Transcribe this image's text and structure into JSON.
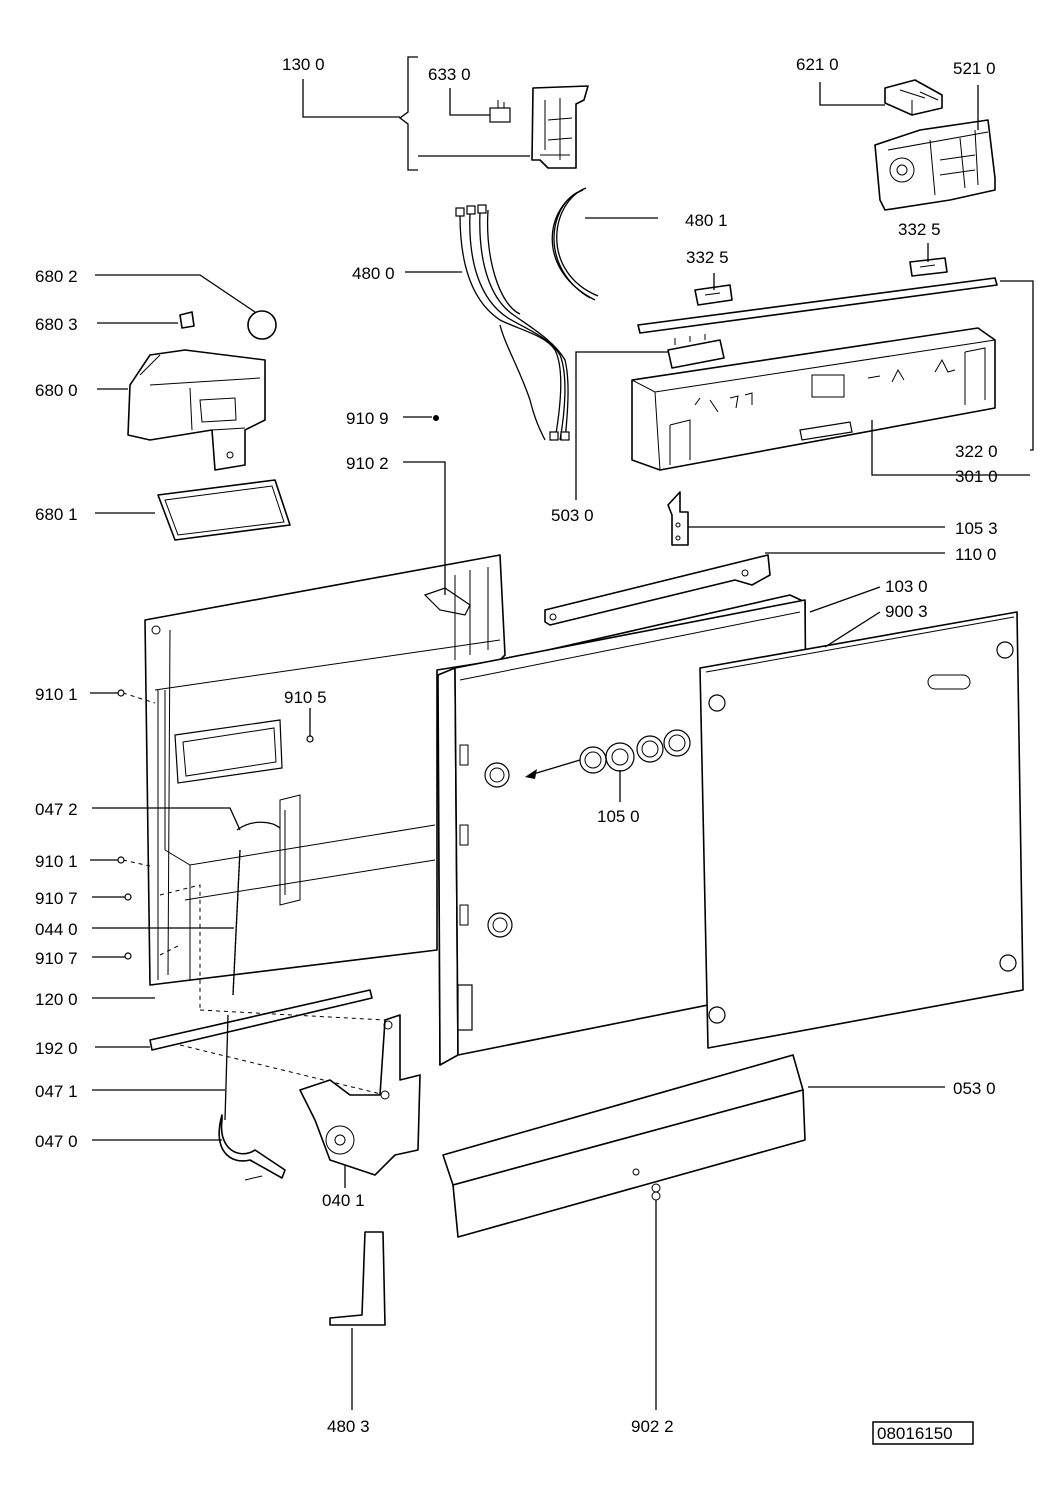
{
  "title": "",
  "drawing_number": "08016150",
  "part_labels": {
    "p1300": "130 0",
    "p6330": "633 0",
    "p6210": "621 0",
    "p5210": "521 0",
    "p4801": "480 1",
    "p4800": "480 0",
    "p3325a": "332  5",
    "p3325b": "332  5",
    "p6802": "680 2",
    "p6803": "680 3",
    "p6800": "680 0",
    "p6801": "680 1",
    "p9109": "910 9",
    "p9102": "910 2",
    "p5030": "503 0",
    "p3220": "322 0",
    "p3010": "301 0",
    "p1053": "105 3",
    "p1100": "110 0",
    "p1030": "103 0",
    "p9003": "900 3",
    "p9101a": "910 1",
    "p9105": "910 5",
    "p1050": "105 0",
    "p0472": "047 2",
    "p9101b": "910 1",
    "p9107a": "910 7",
    "p0440": "044 0",
    "p9107b": "910 7",
    "p1200": "120 0",
    "p1920": "192 0",
    "p0471": "047 1",
    "p0470": "047 0",
    "p0401": "040 1",
    "p0530": "053 0",
    "p4803": "480 3",
    "p9022": "902 2"
  }
}
